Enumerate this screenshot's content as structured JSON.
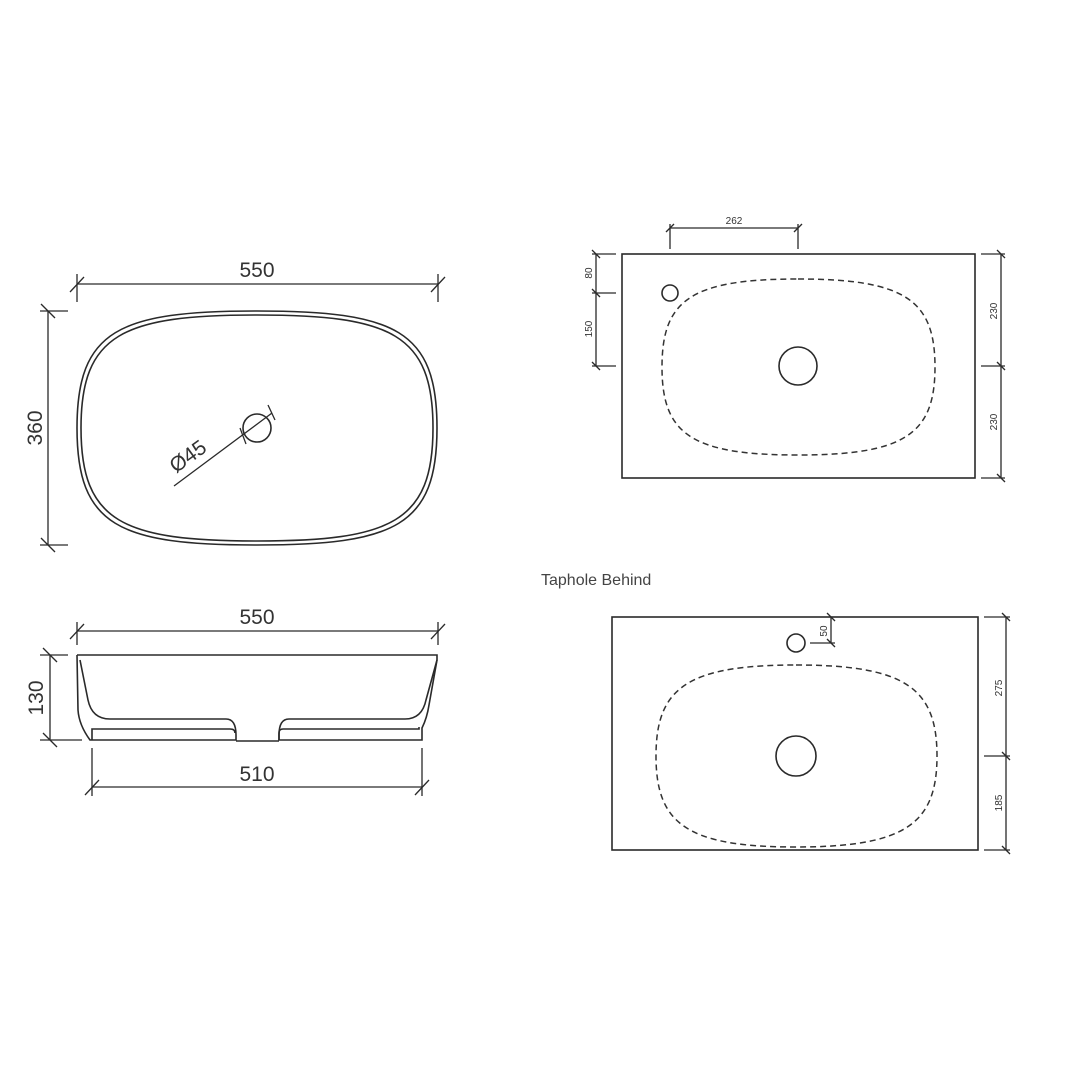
{
  "views": {
    "top_view": {
      "width_label": "550",
      "depth_label": "360",
      "waste_label": "Ø45"
    },
    "side_view": {
      "top_width_label": "550",
      "height_label": "130",
      "base_width_label": "510"
    },
    "plan_taphole_left": {
      "taphole_offset_label": "262",
      "top_offset_label": "80",
      "second_offset_label": "150",
      "right_upper_label": "230",
      "right_lower_label": "230"
    },
    "plan_taphole_behind": {
      "caption": "Taphole Behind",
      "taphole_offset_label": "50",
      "right_upper_label": "275",
      "right_lower_label": "185"
    }
  }
}
